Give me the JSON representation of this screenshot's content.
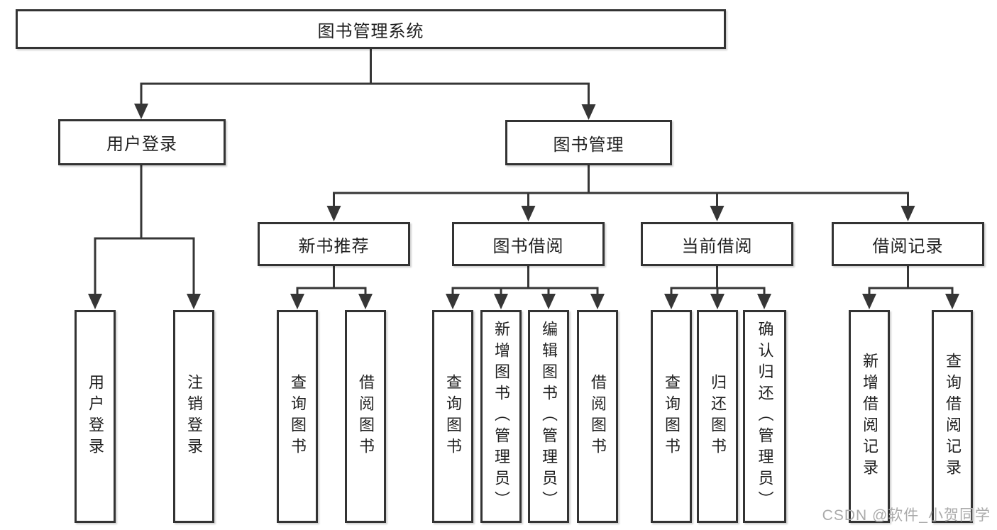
{
  "diagram": {
    "root": {
      "label": "图书管理系统"
    },
    "level2": [
      {
        "label": "用户登录"
      },
      {
        "label": "图书管理"
      }
    ],
    "level3": [
      {
        "label": "新书推荐",
        "parent": "图书管理"
      },
      {
        "label": "图书借阅",
        "parent": "图书管理"
      },
      {
        "label": "当前借阅",
        "parent": "图书管理"
      },
      {
        "label": "借阅记录",
        "parent": "图书管理"
      }
    ],
    "leaves": [
      {
        "label": "用户登录",
        "parent": "用户登录"
      },
      {
        "label": "注销登录",
        "parent": "用户登录"
      },
      {
        "label": "查询图书",
        "parent": "新书推荐"
      },
      {
        "label": "借阅图书",
        "parent": "新书推荐"
      },
      {
        "label": "查询图书",
        "parent": "图书借阅"
      },
      {
        "label": "新增图书（管理员）",
        "parent": "图书借阅"
      },
      {
        "label": "编辑图书（管理员）",
        "parent": "图书借阅"
      },
      {
        "label": "借阅图书",
        "parent": "图书借阅"
      },
      {
        "label": "查询图书",
        "parent": "当前借阅"
      },
      {
        "label": "归还图书",
        "parent": "当前借阅"
      },
      {
        "label": "确认归还（管理员）",
        "parent": "当前借阅"
      },
      {
        "label": "新增借阅记录",
        "parent": "借阅记录"
      },
      {
        "label": "查询借阅记录",
        "parent": "借阅记录"
      }
    ],
    "watermark": "CSDN @软件_小贺同学",
    "colors": {
      "line": "#363636",
      "box_border": "#333333",
      "box_background": "#ffffff",
      "text": "#1f1f1f",
      "watermark": "#ababab"
    }
  }
}
